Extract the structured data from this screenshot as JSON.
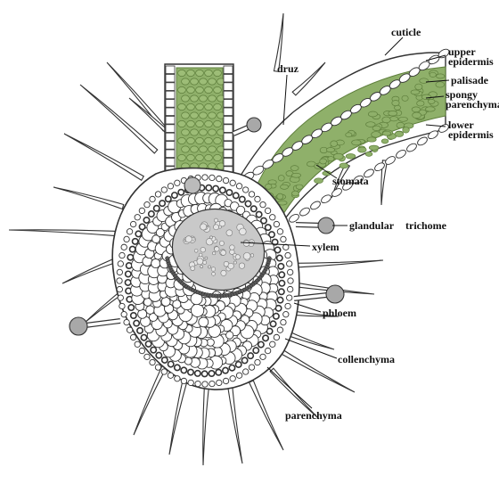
{
  "diagram": {
    "labels": {
      "cuticle": "cuticle",
      "upper_epidermis": "upper\nepidermis",
      "palisade": "palisade",
      "spongy_parenchyma": "spongy\nparenchyma",
      "lower_epidermis": "lower\nepidermis",
      "druz": "druz",
      "stomata": "stomata",
      "glandular": "glandular",
      "trichome": "trichome",
      "xylem": "xylem",
      "phloem": "phloem",
      "collenchyma": "collenchyma",
      "parenchyma": "parenchyma"
    },
    "colors": {
      "outline": "#333333",
      "mesophyll_green": "#8fb06a",
      "mesophyll_dark": "#5f7f3d",
      "xylem_fill": "#c9c9c9",
      "gland_fill": "#a8a8a8",
      "background": "#ffffff"
    }
  }
}
